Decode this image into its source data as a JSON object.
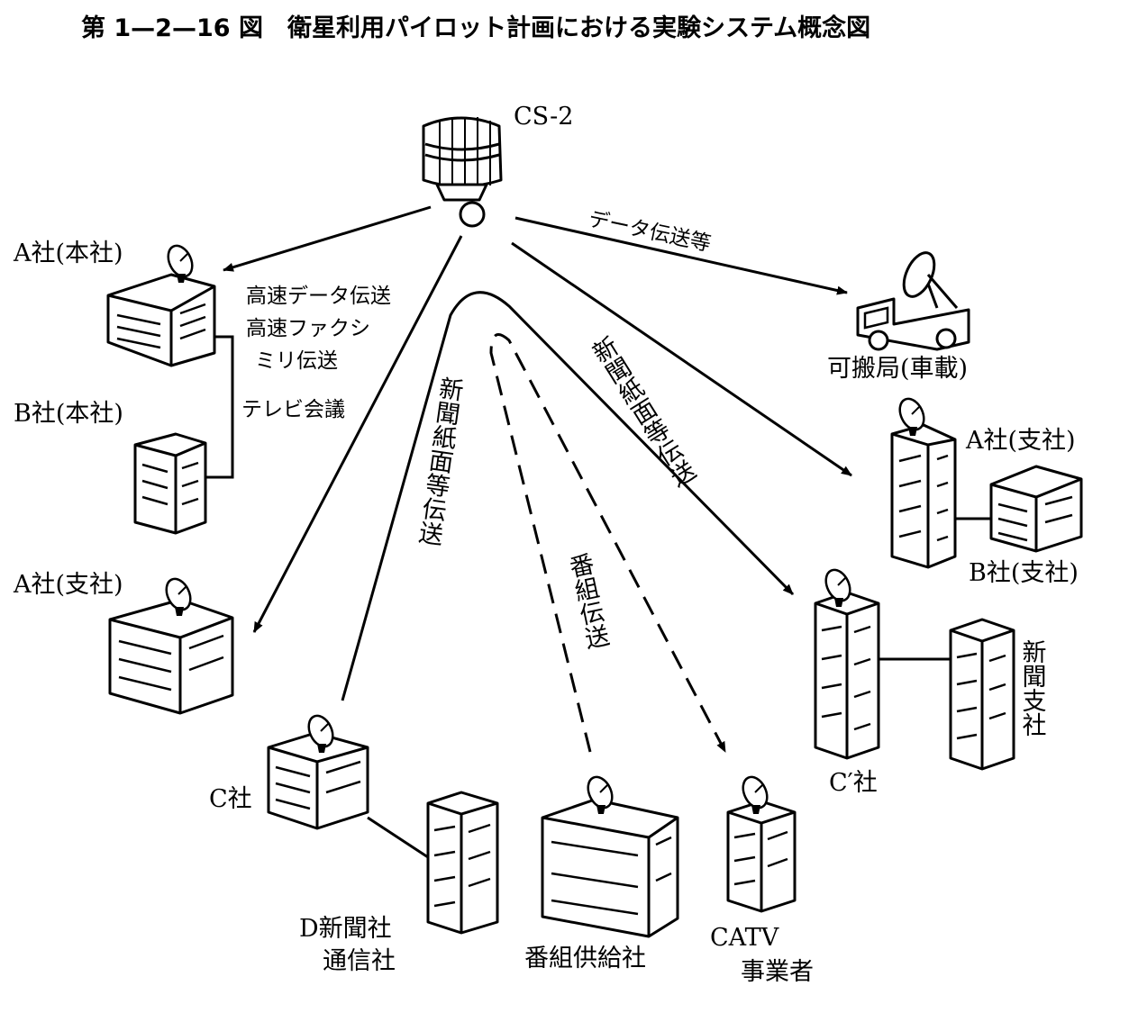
{
  "title": "第 1—2—16 図　衛星利用パイロット計画における実験システム概念図",
  "satellite": {
    "label": "CS-2"
  },
  "nodes": {
    "a_honsha": "A社(本社)",
    "b_honsha": "B社(本社)",
    "a_shisha_left": "A社(支社)",
    "c_sha": "C社",
    "d_shinbun_line1": "D新聞社",
    "d_shinbun_line2": "通信社",
    "bangumi_kyokyu": "番組供給社",
    "catv_line1": "CATV",
    "catv_line2": "事業者",
    "c_prime": "C′社",
    "shinbun_shisha": "新聞支社",
    "a_shisha_right": "A社(支社)",
    "b_shisha_right": "B社(支社)",
    "mobile_station": "可搬局(車載)"
  },
  "links": {
    "hq_services": [
      "高速データ伝送",
      "高速ファクシ",
      "ミリ伝送",
      "テレビ会議"
    ],
    "data_transfer": "データ伝送等",
    "newspaper_left": "新聞紙面等伝送",
    "newspaper_right": "新聞紙面等伝送",
    "program_transfer": "番組伝送"
  }
}
